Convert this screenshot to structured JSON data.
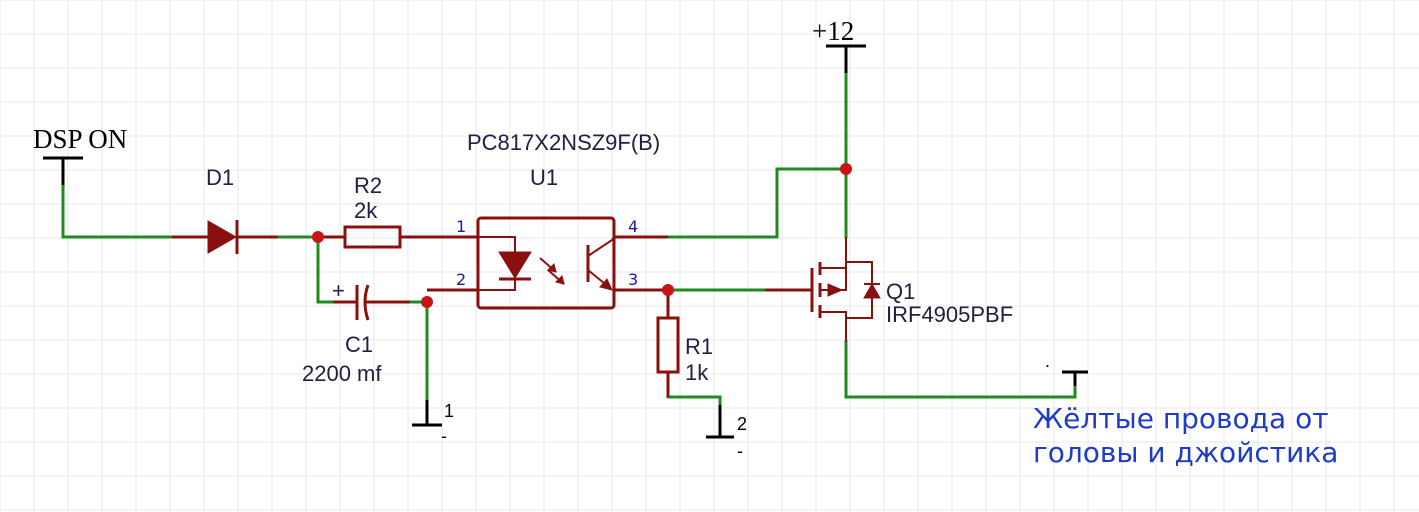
{
  "nets": {
    "input_label": "DSP ON",
    "supply_label": "+12",
    "ground1_number": "1",
    "ground1_sign": "-",
    "ground2_number": "2",
    "ground2_sign": "-",
    "output_label": "."
  },
  "components": {
    "d1": {
      "ref": "D1"
    },
    "r2": {
      "ref": "R2",
      "value": "2k"
    },
    "c1": {
      "ref": "C1",
      "value": "2200 mf",
      "polarity": "+"
    },
    "u1": {
      "ref": "U1",
      "part": "PC817X2NSZ9F(B)",
      "pin1": "1",
      "pin2": "2",
      "pin3": "3",
      "pin4": "4"
    },
    "r1": {
      "ref": "R1",
      "value": "1k"
    },
    "q1": {
      "ref": "Q1",
      "part": "IRF4905PBF"
    }
  },
  "note": {
    "line1": "Жёлтые провода от",
    "line2": "головы и джойстика"
  },
  "colors": {
    "wire": "#1f8a1f",
    "component": "#8a1010",
    "junction": "#c81414",
    "note_text": "#1e3cc8",
    "pin_number": "#1a1aa0"
  }
}
